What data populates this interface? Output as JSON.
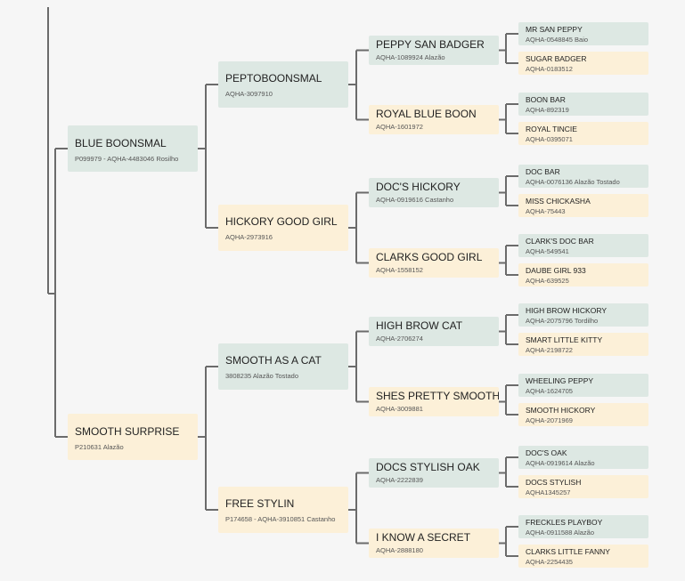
{
  "gen1": [
    {
      "name": "BLUE BOONSMAL",
      "reg": "P099979 - AQHA-4483046 Rosilho",
      "sex": "sire"
    },
    {
      "name": "SMOOTH SURPRISE",
      "reg": "P210631 Alazão",
      "sex": "dam"
    }
  ],
  "gen2": [
    {
      "name": "PEPTOBOONSMAL",
      "reg": "AQHA-3097910",
      "sex": "sire"
    },
    {
      "name": "HICKORY GOOD GIRL",
      "reg": "AQHA-2973916",
      "sex": "dam"
    },
    {
      "name": "SMOOTH AS A CAT",
      "reg": "3808235 Alazão Tostado",
      "sex": "sire"
    },
    {
      "name": "FREE STYLIN",
      "reg": "P174658 - AQHA-3910851 Castanho",
      "sex": "dam"
    }
  ],
  "gen3": [
    {
      "name": "PEPPY SAN BADGER",
      "reg": "AQHA-1089924 Alazão",
      "sex": "sire"
    },
    {
      "name": "ROYAL BLUE BOON",
      "reg": "AQHA-1601972",
      "sex": "dam"
    },
    {
      "name": "DOC'S HICKORY",
      "reg": "AQHA-0919616 Castanho",
      "sex": "sire"
    },
    {
      "name": "CLARKS GOOD GIRL",
      "reg": "AQHA-1558152",
      "sex": "dam"
    },
    {
      "name": "HIGH BROW CAT",
      "reg": "AQHA-2706274",
      "sex": "sire"
    },
    {
      "name": "SHES PRETTY SMOOTH",
      "reg": "AQHA-3009881",
      "sex": "dam"
    },
    {
      "name": "DOCS STYLISH OAK",
      "reg": "AQHA-2222839",
      "sex": "sire"
    },
    {
      "name": "I KNOW A SECRET",
      "reg": "AQHA-2888180",
      "sex": "dam"
    }
  ],
  "gen4": [
    {
      "name": "MR SAN PEPPY",
      "reg": "AQHA-0548845 Baio",
      "sex": "sire"
    },
    {
      "name": "SUGAR BADGER",
      "reg": "AQHA-0183512",
      "sex": "dam"
    },
    {
      "name": "BOON BAR",
      "reg": "AQHA-892319",
      "sex": "sire"
    },
    {
      "name": "ROYAL TINCIE",
      "reg": "AQHA-0395071",
      "sex": "dam"
    },
    {
      "name": "DOC BAR",
      "reg": "AQHA-0076136 Alazão Tostado",
      "sex": "sire"
    },
    {
      "name": "MISS CHICKASHA",
      "reg": "AQHA-75443",
      "sex": "dam"
    },
    {
      "name": "CLARK'S DOC BAR",
      "reg": "AQHA-549541",
      "sex": "sire"
    },
    {
      "name": "DAUBE GIRL 933",
      "reg": "AQHA-639525",
      "sex": "dam"
    },
    {
      "name": "HIGH BROW HICKORY",
      "reg": "AQHA-2075796 Tordilho",
      "sex": "sire"
    },
    {
      "name": "SMART LITTLE KITTY",
      "reg": "AQHA-2198722",
      "sex": "dam"
    },
    {
      "name": "WHEELING PEPPY",
      "reg": "AQHA-1624705",
      "sex": "sire"
    },
    {
      "name": "SMOOTH HICKORY",
      "reg": "AQHA-2071969",
      "sex": "dam"
    },
    {
      "name": "DOC'S OAK",
      "reg": "AQHA-0919614 Alazão",
      "sex": "sire"
    },
    {
      "name": "DOCS STYLISH",
      "reg": "AQHA1345257",
      "sex": "dam"
    },
    {
      "name": "FRECKLES PLAYBOY",
      "reg": "AQHA-0911588 Alazão",
      "sex": "sire"
    },
    {
      "name": "CLARKS LITTLE FANNY",
      "reg": "AQHA-2254435",
      "sex": "dam"
    }
  ],
  "colors": {
    "sire_box": "#dde8e3",
    "dam_box": "#fcf0d8",
    "connector": "#6b6b6b",
    "background": "#f6f6f6"
  }
}
